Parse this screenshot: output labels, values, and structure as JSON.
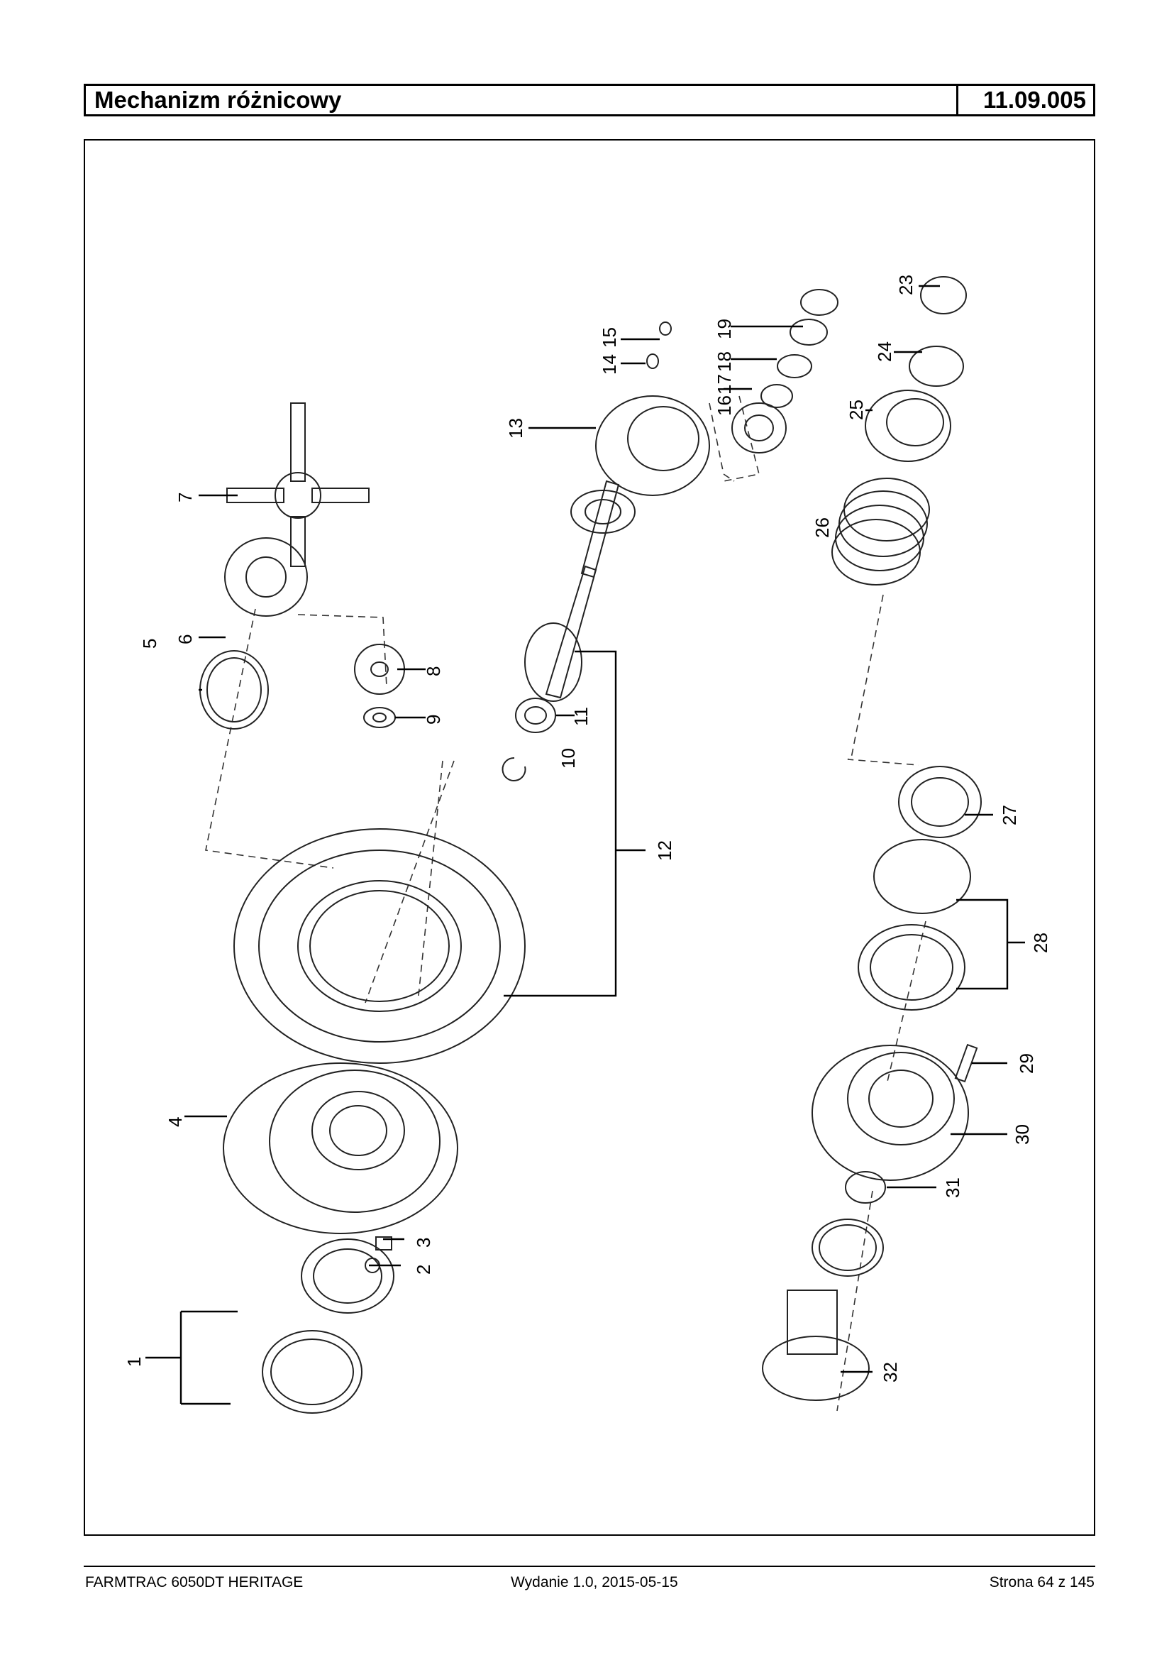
{
  "header": {
    "title": "Mechanizm różnicowy",
    "code": "11.09.005"
  },
  "footer": {
    "model": "FARMTRAC 6050DT HERITAGE",
    "edition": "Wydanie 1.0,  2015-05-15",
    "page": "Strona 64 z 145"
  },
  "diagram": {
    "callouts": [
      "1",
      "2",
      "3",
      "4",
      "5",
      "6",
      "7",
      "8",
      "9",
      "10",
      "11",
      "12",
      "13",
      "14",
      "15",
      "16",
      "17",
      "18",
      "19",
      "23",
      "24",
      "25",
      "26",
      "27",
      "28",
      "29",
      "30",
      "31",
      "32"
    ]
  }
}
